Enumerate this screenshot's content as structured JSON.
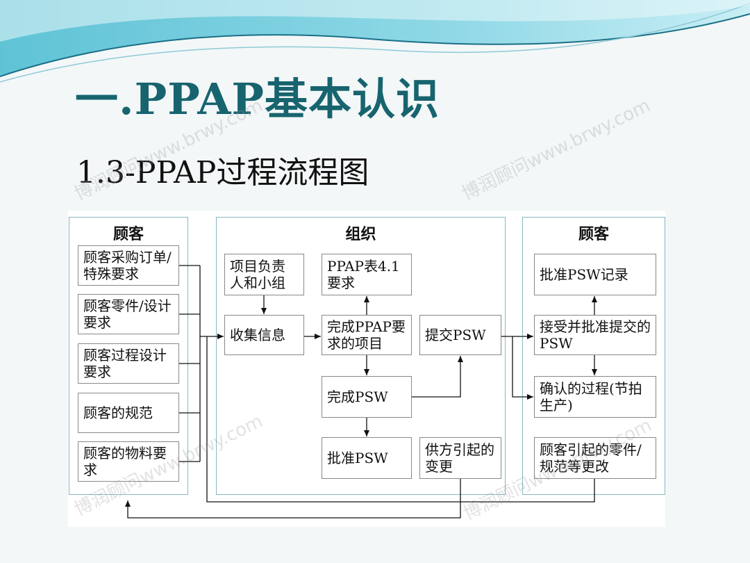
{
  "title": "一.PPAP基本认识",
  "subtitle": "1.3-PPAP过程流程图",
  "watermark": "博润顾问www.brwy.com",
  "groups": {
    "customer_left": "顾客",
    "organization": "组织",
    "customer_right": "顾客"
  },
  "boxes": {
    "purchase_order": "顾客采购订单/特殊要求",
    "parts_design": "顾客零件/设计要求",
    "process_design": "顾客过程设计要求",
    "customer_spec": "顾客的规范",
    "material_req": "顾客的物料要求",
    "project_team": "项目负责人和小组",
    "collect_info": "收集信息",
    "ppap_table": "PPAP表4.1要求",
    "complete_items": "完成PPAP要求的项目",
    "submit_psw": "提交PSW",
    "complete_psw": "完成PSW",
    "approve_psw": "批准PSW",
    "supplier_change": "供方引起的变更",
    "approve_record": "批准PSW记录",
    "accept_approve": "接受并批准提交的PSW",
    "confirm_process": "确认的过程(节拍生产)",
    "customer_change": "顾客引起的零件/规范等更改"
  }
}
